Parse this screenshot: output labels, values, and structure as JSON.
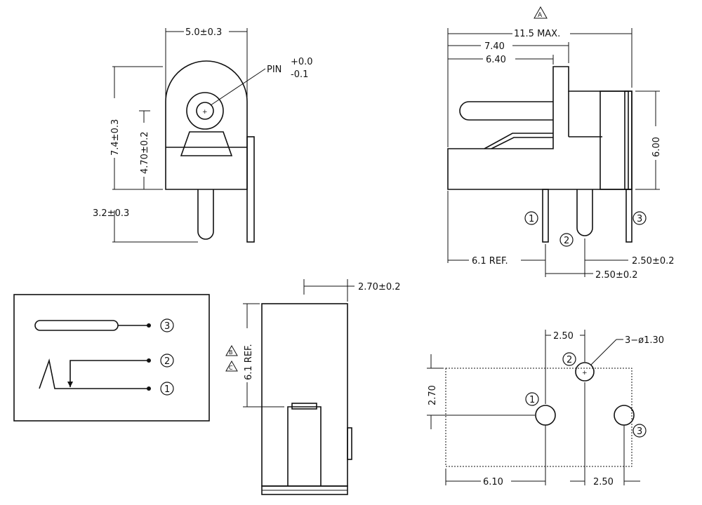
{
  "front_view": {
    "width_dim": "5.0±0.3",
    "pin_label": "PIN",
    "pin_tol_plus": "+0.0",
    "pin_tol_minus": "-0.1",
    "height_dim": "7.4±0.3",
    "center_dim": "4.70±0.2",
    "pin_len_dim": "3.2±0.3"
  },
  "side_view": {
    "revision_mark": "A",
    "max_len_dim": "11.5 MAX.",
    "dim_740": "7.40",
    "dim_640": "6.40",
    "height_dim": "6.00",
    "ref_dim": "6.1 REF.",
    "pitch_dim_1": "2.50±0.2",
    "pitch_dim_2": "2.50±0.2",
    "pin_1": "1",
    "pin_2": "2",
    "pin_3": "3"
  },
  "schematic": {
    "pin_3": "3",
    "pin_2": "2",
    "pin_1": "1"
  },
  "top_view": {
    "offset_dim": "2.70±0.2",
    "ref_dim": "6.1 REF.",
    "revision_mark_b": "B",
    "revision_mark_c": "C"
  },
  "footprint": {
    "pitch_top": "2.50",
    "hole_spec": "3−ø1.30",
    "height_dim": "2.70",
    "bottom_left_dim": "6.10",
    "bottom_right_dim": "2.50",
    "pin_1": "1",
    "pin_2": "2",
    "pin_3": "3"
  }
}
